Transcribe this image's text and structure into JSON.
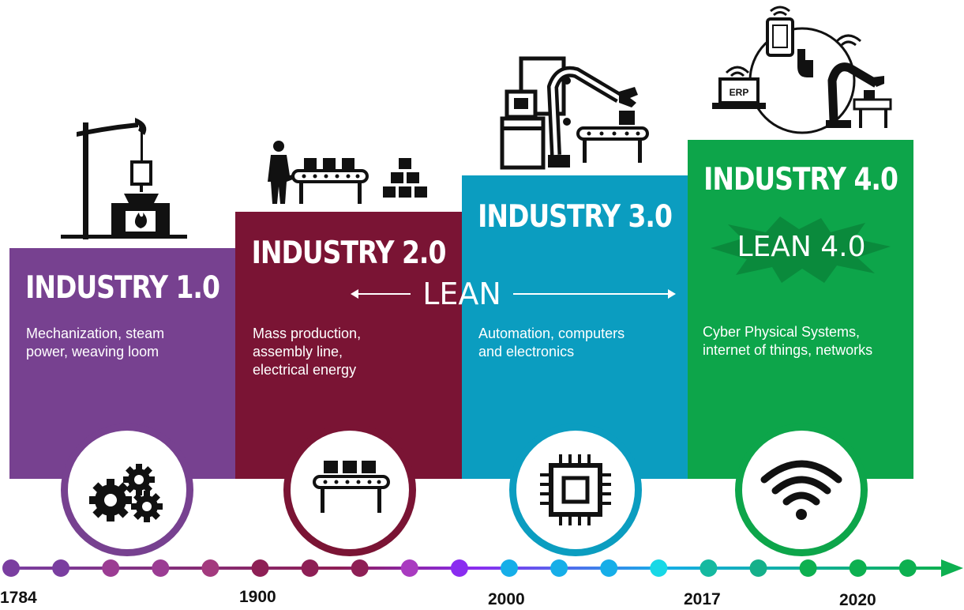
{
  "stages": [
    {
      "title": "INDUSTRY 1.0",
      "description": "Mechanization, steam\npower, weaving loom",
      "color": "#774190",
      "circle_icon": "gears-icon",
      "illustration": "steam-engine-icon"
    },
    {
      "title": "INDUSTRY 2.0",
      "description": "Mass production,\nassembly line,\nelectrical energy",
      "color": "#7a1434",
      "circle_icon": "conveyor-belt-icon",
      "illustration": "assembly-line-icon"
    },
    {
      "title": "INDUSTRY 3.0",
      "description": "Automation, computers\nand electronics",
      "color": "#0b9dc0",
      "circle_icon": "microchip-icon",
      "illustration": "robot-arm-icon"
    },
    {
      "title": "INDUSTRY 4.0",
      "description": "Cyber Physical Systems,\ninternet of things, networks",
      "color": "#0da54a",
      "circle_icon": "wifi-icon",
      "illustration": "iot-network-icon"
    }
  ],
  "lean_label": "LEAN",
  "lean40_label": "LEAN 4.0",
  "erp_label": "ERP",
  "timeline": {
    "years": [
      "1784",
      "1900",
      "2000",
      "2017",
      "2020"
    ],
    "dot_colors": [
      "#7a3ea0",
      "#7a3ea0",
      "#9b3c93",
      "#9b3c93",
      "#a33a7e",
      "#8e1f55",
      "#8e1f55",
      "#8e1f55",
      "#a93bc0",
      "#8a2cf0",
      "#16aee8",
      "#16aee8",
      "#16aee8",
      "#18d8e6",
      "#15b9a0",
      "#15b08a",
      "#0db050",
      "#0db050",
      "#0db050"
    ]
  }
}
